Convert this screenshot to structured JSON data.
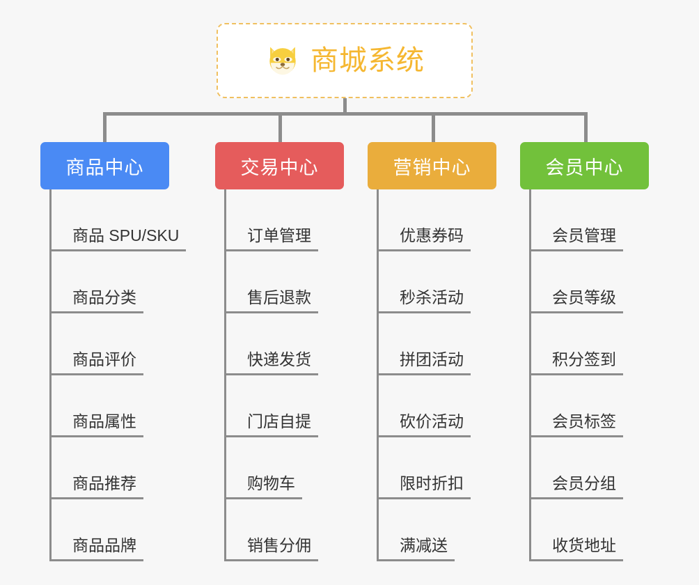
{
  "root": {
    "title": "商城系统",
    "icon": "shiba-dog-icon",
    "border_color": "#f0c060",
    "text_color": "#f5b731",
    "background": "#ffffff"
  },
  "canvas": {
    "background": "#f7f7f7",
    "connector_color": "#8c8c8c"
  },
  "categories": [
    {
      "label": "商品中心",
      "color": "#4a8af4",
      "items": [
        "商品 SPU/SKU",
        "商品分类",
        "商品评价",
        "商品属性",
        "商品推荐",
        "商品品牌"
      ]
    },
    {
      "label": "交易中心",
      "color": "#e55c5c",
      "items": [
        "订单管理",
        "售后退款",
        "快递发货",
        "门店自提",
        "购物车",
        "销售分佣"
      ]
    },
    {
      "label": "营销中心",
      "color": "#eaad3c",
      "items": [
        "优惠券码",
        "秒杀活动",
        "拼团活动",
        "砍价活动",
        "限时折扣",
        "满减送"
      ]
    },
    {
      "label": "会员中心",
      "color": "#72c13b",
      "items": [
        "会员管理",
        "会员等级",
        "积分签到",
        "会员标签",
        "会员分组",
        "收货地址"
      ]
    }
  ]
}
